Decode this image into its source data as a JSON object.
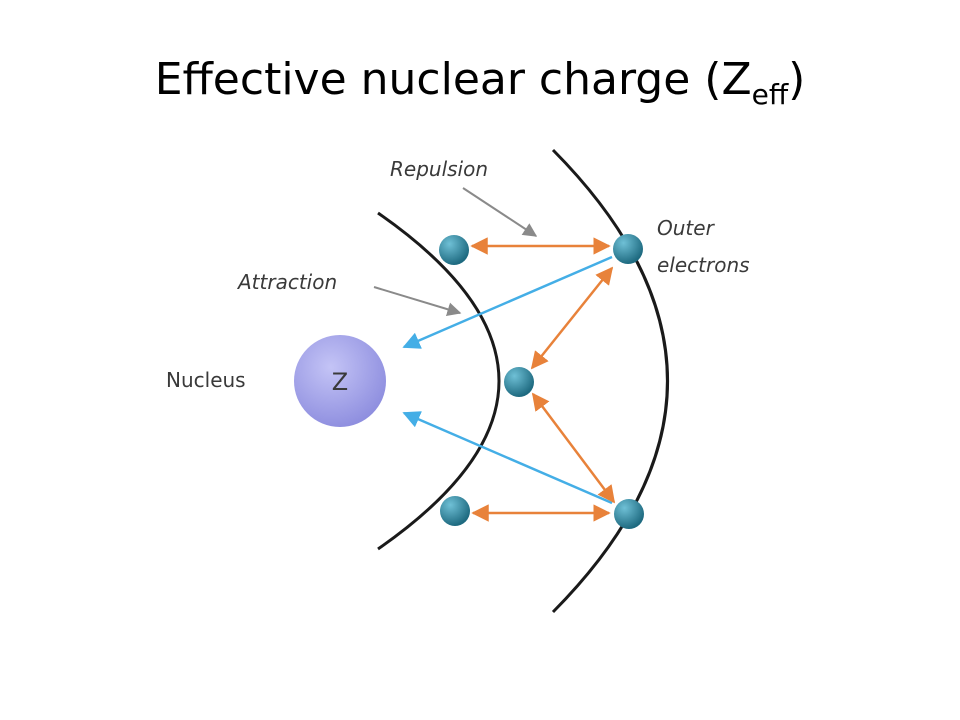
{
  "slide": {
    "title_main": "Effective nuclear charge (Z",
    "title_sub": "eff",
    "title_close": ")"
  },
  "diagram": {
    "nucleus_symbol": "Z",
    "labels": {
      "nucleus": "Nucleus",
      "attraction": "Attraction",
      "repulsion": "Repulsion",
      "outer_line1": "Outer",
      "outer_line2": "electrons"
    },
    "colors": {
      "nucleus": "#9b9be6",
      "electron": "#2f7f95",
      "repulsion_arrow": "#e8823a",
      "attraction_arrow": "#44aee6",
      "pointer_arrow": "#8a8a8a",
      "shell": "#1a1a1a"
    }
  }
}
